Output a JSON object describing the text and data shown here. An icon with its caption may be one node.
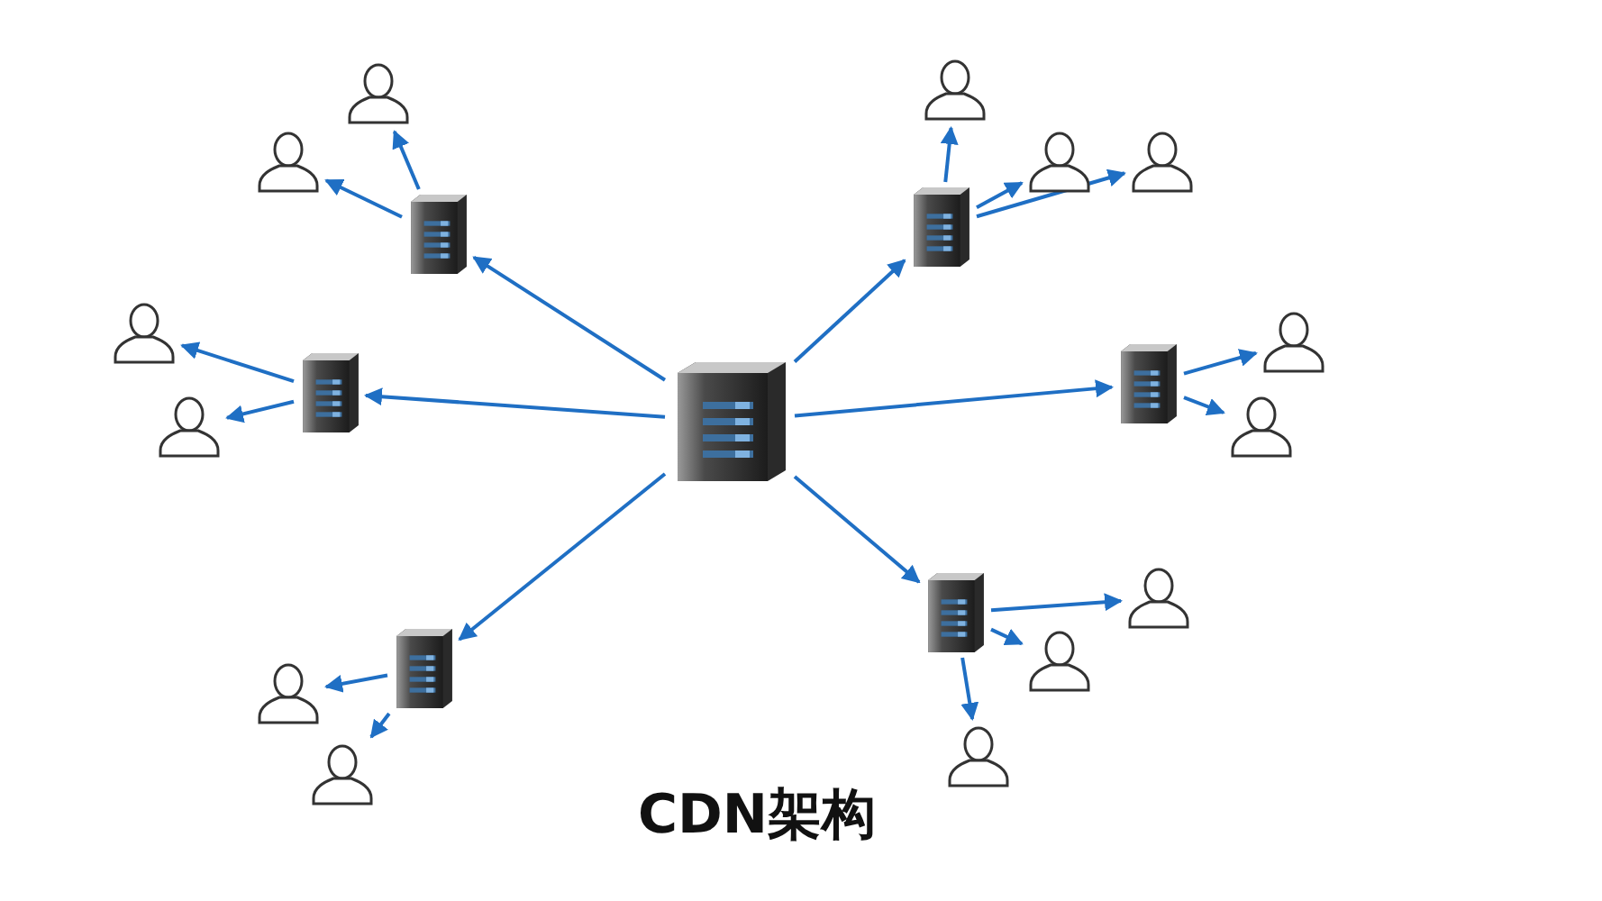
{
  "diagram": {
    "title": "CDN架构",
    "nodes": [
      {
        "text": [],
        "shape": "server"
      },
      {
        "text": [],
        "shape": "server"
      },
      {
        "text": [],
        "shape": "server"
      },
      {
        "text": [],
        "shape": "server"
      },
      {
        "text": [],
        "shape": "server"
      },
      {
        "text": [],
        "shape": "server"
      },
      {
        "text": [],
        "shape": "server"
      },
      {
        "text": [],
        "shape": "person"
      },
      {
        "text": [],
        "shape": "person"
      },
      {
        "text": [],
        "shape": "person"
      },
      {
        "text": [],
        "shape": "person"
      },
      {
        "text": [],
        "shape": "person"
      },
      {
        "text": [],
        "shape": "person"
      },
      {
        "text": [],
        "shape": "person"
      },
      {
        "text": [],
        "shape": "person"
      },
      {
        "text": [],
        "shape": "person"
      },
      {
        "text": [],
        "shape": "person"
      },
      {
        "text": [],
        "shape": "person"
      },
      {
        "text": [],
        "shape": "person"
      },
      {
        "text": [],
        "shape": "person"
      },
      {
        "text": [],
        "shape": "person"
      }
    ],
    "edges": [
      {
        "from": 0,
        "to": 1,
        "arrow": "to"
      },
      {
        "from": 0,
        "to": 2,
        "arrow": "to"
      },
      {
        "from": 0,
        "to": 3,
        "arrow": "to"
      },
      {
        "from": 0,
        "to": 4,
        "arrow": "to"
      },
      {
        "from": 0,
        "to": 5,
        "arrow": "to"
      },
      {
        "from": 0,
        "to": 6,
        "arrow": "to"
      },
      {
        "from": 1,
        "to": 7,
        "arrow": "to"
      },
      {
        "from": 1,
        "to": 8,
        "arrow": "to"
      },
      {
        "from": 2,
        "to": 9,
        "arrow": "to"
      },
      {
        "from": 2,
        "to": 10,
        "arrow": "to"
      },
      {
        "from": 3,
        "to": 11,
        "arrow": "to"
      },
      {
        "from": 3,
        "to": 12,
        "arrow": "to"
      },
      {
        "from": 4,
        "to": 13,
        "arrow": "to"
      },
      {
        "from": 4,
        "to": 14,
        "arrow": "to"
      },
      {
        "from": 4,
        "to": 15,
        "arrow": "to"
      },
      {
        "from": 5,
        "to": 16,
        "arrow": "to"
      },
      {
        "from": 5,
        "to": 17,
        "arrow": "to"
      },
      {
        "from": 6,
        "to": 18,
        "arrow": "to"
      },
      {
        "from": 6,
        "to": 19,
        "arrow": "to"
      },
      {
        "from": 6,
        "to": 20,
        "arrow": "to"
      }
    ]
  }
}
